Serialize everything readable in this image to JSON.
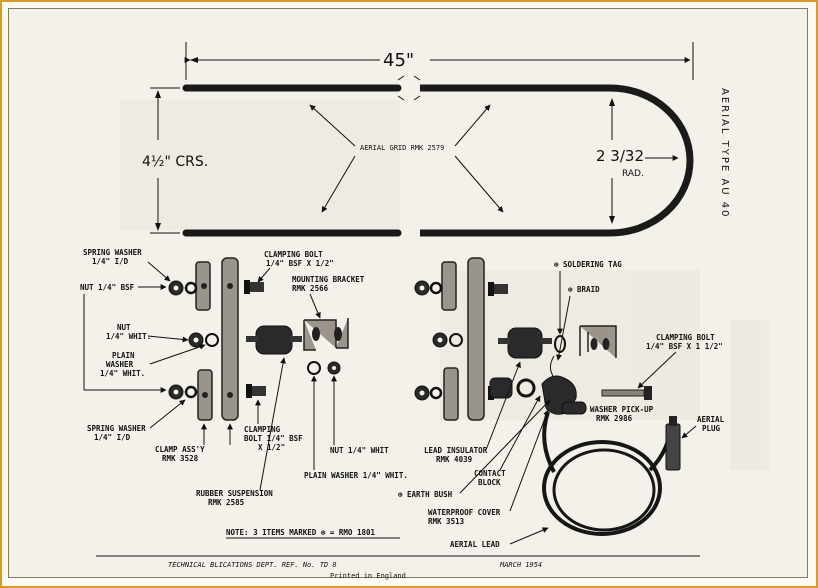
{
  "dimensions": {
    "length": "45\"",
    "spacing": "4½\" CRS.",
    "radius": "2 3/32",
    "radius_unit": "RAD."
  },
  "title_vertical": "AERIAL TYPE AU 40",
  "grid_label": "AERIAL GRID   RMK 2579",
  "labels": {
    "spring_washer_top": [
      "SPRING WASHER",
      "1/4\" I/D"
    ],
    "nut_bsf": "NUT 1/4\" BSF",
    "nut_whit": [
      "NUT",
      "1/4\" WHIT."
    ],
    "plain_washer": [
      "PLAIN",
      "WASHER",
      "1/4\" WHIT."
    ],
    "spring_washer_bottom": [
      "SPRING WASHER",
      "1/4\" I/D"
    ],
    "clamp_assy": [
      "CLAMP ASS'Y",
      "RMK 3528"
    ],
    "clamping_bolt_top": [
      "CLAMPING BOLT",
      "1/4\" BSF X 1/2\""
    ],
    "mounting_bracket": [
      "MOUNTING BRACKET",
      "RMK 2566"
    ],
    "clamping_bolt_bottom": [
      "CLAMPING",
      "BOLT 1/4\" BSF",
      "X 1/2\""
    ],
    "nut_whit_mid": "NUT 1/4\" WHIT",
    "plain_washer_mid": "PLAIN WASHER 1/4\" WHIT.",
    "rubber_suspension": [
      "RUBBER SUSPENSION",
      "RMK 2585"
    ],
    "lead_insulator": [
      "LEAD INSULATOR",
      "RMK 4039"
    ],
    "contact_block": [
      "CONTACT",
      "BLOCK"
    ],
    "earth_bush": "⊕ EARTH BUSH",
    "waterproof_cover": [
      "WATERPROOF COVER",
      "RMK 3513"
    ],
    "soldering_tag": "⊕ SOLDERING TAG",
    "braid": "⊕ BRAID",
    "clamping_bolt_right": [
      "CLAMPING BOLT",
      "1/4\" BSF X 1 1/2\""
    ],
    "washer_pickup": [
      "WASHER PICK-UP",
      "RMK 2986"
    ],
    "aerial_plug": [
      "AERIAL",
      "PLUG"
    ],
    "aerial_lead": "AERIAL LEAD"
  },
  "note": "NOTE: 3 ITEMS MARKED ⊕ = RMO 1801",
  "footer": {
    "dept": "TECHNICAL      BLICATIONS DEPT.  REF. No. TD 8",
    "date": "MARCH 1954",
    "printed": "Printed in England"
  }
}
